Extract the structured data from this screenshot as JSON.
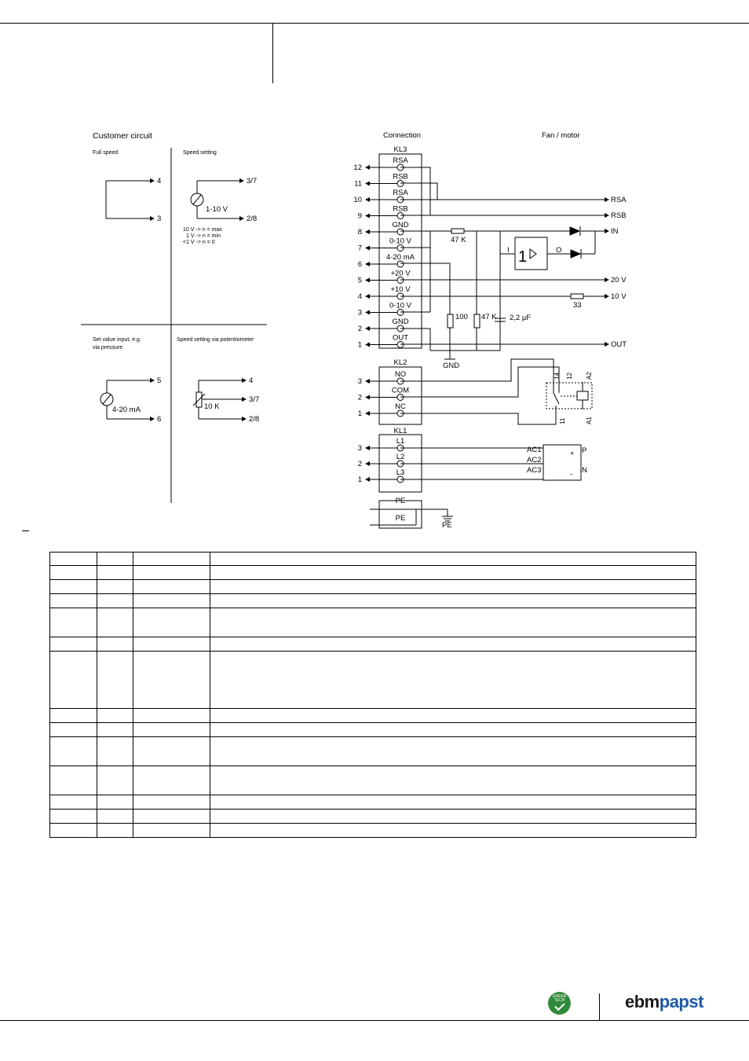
{
  "customer_circuit": {
    "title": "Customer circuit",
    "full_speed": {
      "label": "Full speed",
      "terminals": [
        "4",
        "3"
      ]
    },
    "speed_setting": {
      "label": "Speed setting",
      "terminals": [
        "3/7",
        "2/8"
      ],
      "range": "1-10 V",
      "notes": [
        "10 V -> n = max",
        "1 V -> n = min",
        "<1 V -> n = 0"
      ]
    },
    "set_value": {
      "label_line1": "Set value input, e.g.",
      "label_line2": "via pressure",
      "terminals": [
        "5",
        "6"
      ],
      "range": "4-20 mA"
    },
    "potentiometer": {
      "label": "Speed setting via potentiometer",
      "terminals": [
        "4",
        "3/7",
        "2/8"
      ],
      "resistor": "10 K"
    }
  },
  "connection": {
    "title": "Connection",
    "kl3": {
      "name": "KL3",
      "pins": [
        "RSA",
        "RSB",
        "RSA",
        "RSB",
        "GND",
        "0-10 V",
        "4-20 mA",
        "+20 V",
        "+10 V",
        "0-10 V",
        "GND",
        "OUT"
      ],
      "numbers": [
        "12",
        "11",
        "10",
        "9",
        "8",
        "7",
        "6",
        "5",
        "4",
        "3",
        "2",
        "1"
      ]
    },
    "kl2": {
      "name": "KL2",
      "pins": [
        "NO",
        "COM",
        "NC"
      ],
      "numbers": [
        "3",
        "2",
        "1"
      ]
    },
    "kl1": {
      "name": "KL1",
      "pins": [
        "L1",
        "L2",
        "L3"
      ],
      "numbers": [
        "3",
        "2",
        "1"
      ]
    },
    "pe": [
      "PE",
      "PE"
    ]
  },
  "fan_motor": {
    "title": "Fan / motor",
    "outputs": [
      "RSA",
      "RSB",
      "IN",
      "20 V",
      "10 V",
      "OUT"
    ],
    "components": {
      "r47k_top": "47 K",
      "r100": "100",
      "r47k": "47 K",
      "cap": "2,2 µF",
      "r33": "33",
      "gnd": "GND",
      "amp_in": "I",
      "amp_out": "O",
      "amp_symbol": "1",
      "relay_pins": [
        "14",
        "12",
        "A2",
        "11",
        "A1"
      ],
      "rectifier_in": [
        "AC1",
        "AC2",
        "AC3"
      ],
      "rectifier_out": [
        "P",
        "N"
      ],
      "pe_symbol": "PE"
    }
  },
  "brand": {
    "green_tech": "GREEN TECH",
    "logo_a": "ebm",
    "logo_b": "papst"
  }
}
